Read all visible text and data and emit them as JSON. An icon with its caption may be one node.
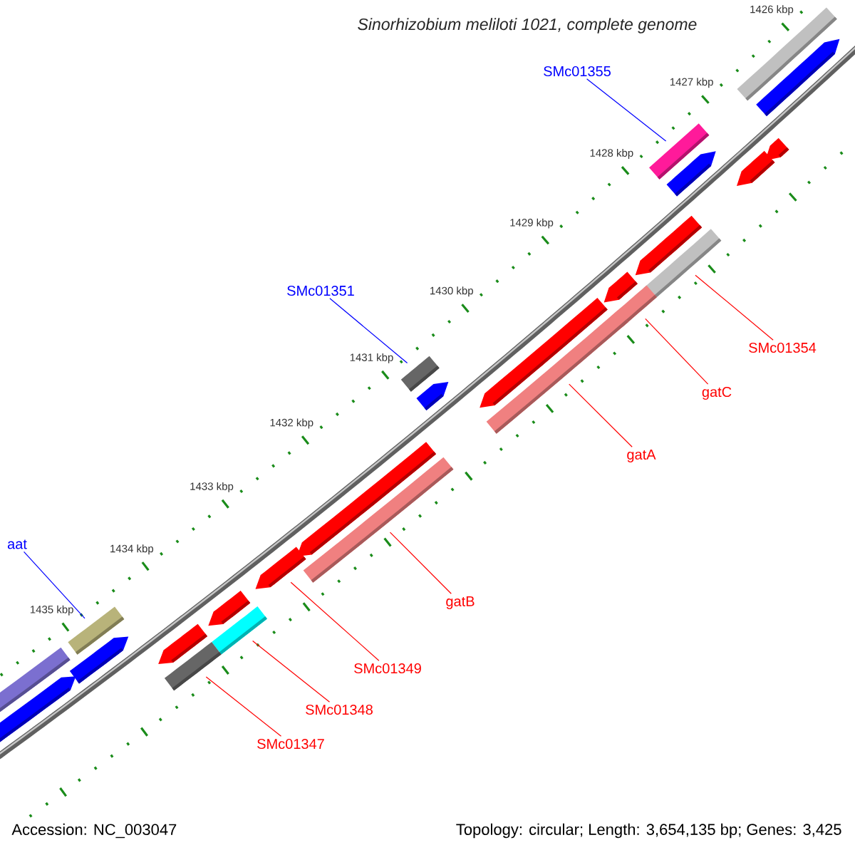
{
  "diagram": {
    "title": "Sinorhizobium meliloti 1021, complete genome",
    "nodes": [
      {
        "text": [
          "SMc01355"
        ]
      },
      {
        "text": [],
        "shape": "box"
      },
      {
        "text": [
          "SMc01351"
        ]
      },
      {
        "text": [],
        "shape": "box"
      },
      {
        "text": [
          "SMc01354"
        ]
      },
      {
        "text": [],
        "shape": "box"
      },
      {
        "text": [
          "gatC"
        ]
      },
      {
        "text": [],
        "shape": "box"
      },
      {
        "text": [
          "gatA"
        ]
      },
      {
        "text": [],
        "shape": "box"
      },
      {
        "text": [
          "gatB"
        ]
      },
      {
        "text": [],
        "shape": "box"
      },
      {
        "text": [
          "SMc01349"
        ]
      },
      {
        "text": [],
        "shape": "box"
      },
      {
        "text": [
          "aat"
        ]
      },
      {
        "text": [],
        "shape": "box"
      },
      {
        "text": [
          "SMc01348"
        ]
      },
      {
        "text": [],
        "shape": "box"
      },
      {
        "text": [
          "SMc01347"
        ]
      },
      {
        "text": [],
        "shape": "box"
      }
    ],
    "edges": [
      {
        "from": 0,
        "to": 1,
        "arrow": "none",
        "color": "#0000ff"
      },
      {
        "from": 2,
        "to": 3,
        "arrow": "none",
        "color": "#0000ff"
      },
      {
        "from": 4,
        "to": 5,
        "arrow": "none"
      },
      {
        "from": 6,
        "to": 7,
        "arrow": "none"
      },
      {
        "from": 8,
        "to": 9,
        "arrow": "none"
      },
      {
        "from": 10,
        "to": 11,
        "arrow": "none"
      },
      {
        "from": 12,
        "to": 13,
        "arrow": "none"
      },
      {
        "from": 14,
        "to": 15,
        "arrow": "none",
        "color": "#0000ff"
      },
      {
        "from": 16,
        "to": 17,
        "arrow": "none"
      },
      {
        "from": 18,
        "to": 19,
        "arrow": "none"
      }
    ],
    "labels": [
      "1426 kbp",
      "1427 kbp",
      "1428 kbp",
      "1429 kbp",
      "1430 kbp",
      "1431 kbp",
      "1432 kbp",
      "1433 kbp",
      "1434 kbp",
      "1435 kbp",
      "Accession: NC_003047",
      "Topology: circular; Length: 3,654,135 bp; Genes: 3,425"
    ]
  }
}
